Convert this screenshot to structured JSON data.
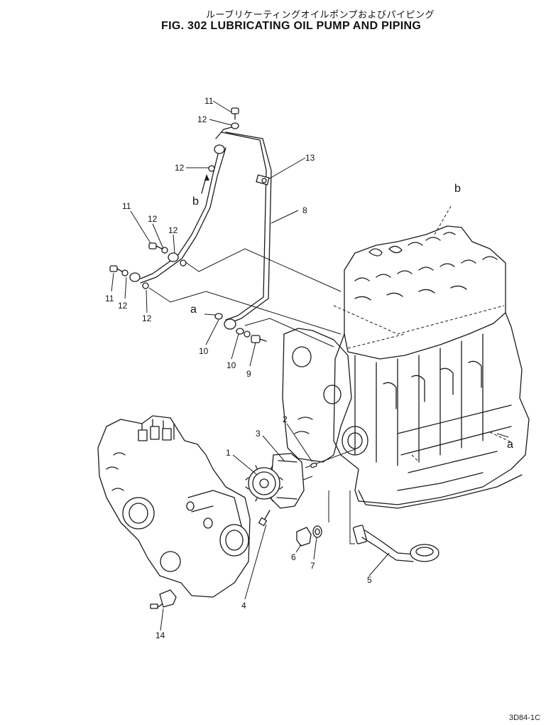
{
  "title": {
    "japanese": "ルーブリケーティングオイルポンプおよびパイピング",
    "english": "FIG. 302  LUBRICATING OIL PUMP AND PIPING"
  },
  "page_code": "3D84-1C",
  "callouts": [
    "1",
    "2",
    "3",
    "4",
    "5",
    "6",
    "7",
    "8",
    "9",
    "10",
    "10",
    "11",
    "11",
    "11",
    "12",
    "12",
    "12",
    "12",
    "12",
    "13",
    "14"
  ],
  "reference_letters": [
    "a",
    "a",
    "b",
    "b"
  ]
}
